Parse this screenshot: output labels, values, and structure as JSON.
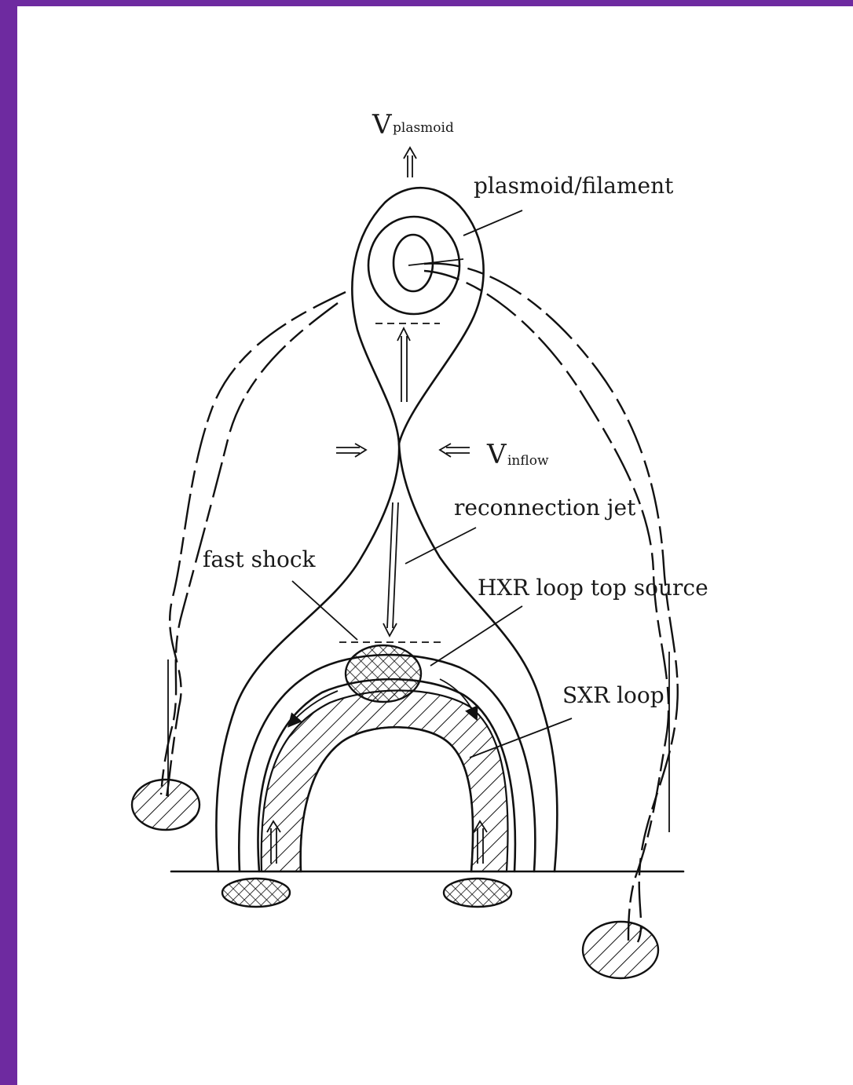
{
  "labels": {
    "v_plasmoid": "V",
    "v_plasmoid_sub": "plasmoid",
    "plasmoid_filament": "plasmoid/filament",
    "v_inflow": "V",
    "v_inflow_sub": "inflow",
    "reconnection_jet": "reconnection jet",
    "fast_shock": "fast shock",
    "hxr_loop_top_source": "HXR loop top source",
    "sxr_loop": "SXR loop"
  },
  "icons": {
    "frame": "purple-border",
    "hatching": "diagonal-hatch",
    "cross_hatching": "cross-hatch"
  },
  "colors": {
    "border": "#6e2aa0",
    "background": "#ffffff",
    "ink": "#111111"
  }
}
